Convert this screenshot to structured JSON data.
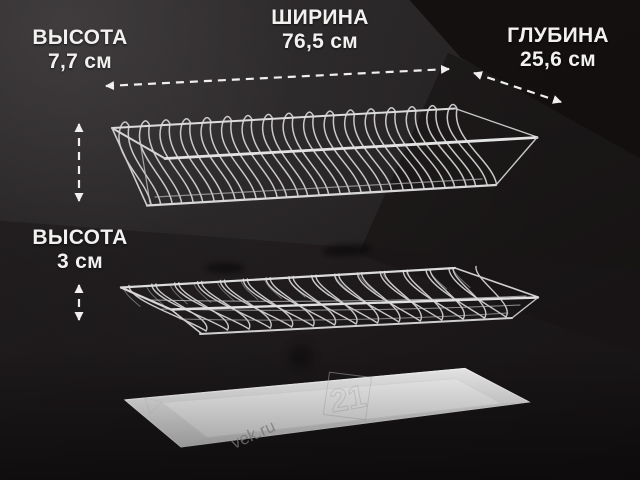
{
  "dimensions": {
    "width": {
      "label": "ШИРИНА",
      "value": "76,5 см"
    },
    "depth": {
      "label": "ГЛУБИНА",
      "value": "25,6 см"
    },
    "height_upper": {
      "label": "ВЫСОТА",
      "value": "7,7 см"
    },
    "height_lower": {
      "label": "ВЫСОТА",
      "value": "3 см"
    }
  },
  "watermark": {
    "logo": "21",
    "site": "vek.ru"
  },
  "colors": {
    "background": "#1e1b1c",
    "label_text": "#f3f1f0",
    "arrow": "#f0eeee",
    "wire": "#d5d5d5",
    "tray": "#f2f2f2"
  }
}
